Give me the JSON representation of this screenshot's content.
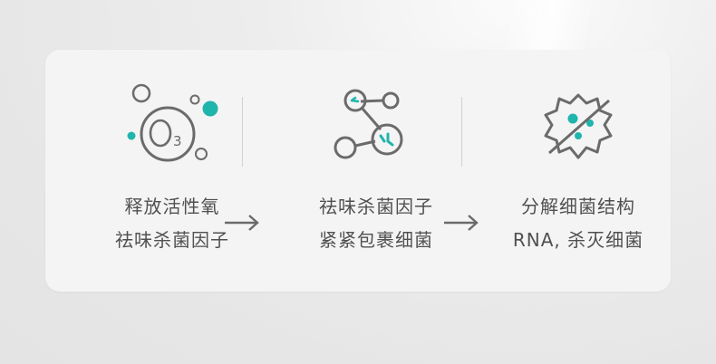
{
  "steps": [
    {
      "icon": "ozone-icon",
      "line1": "释放活性氧",
      "line2": "祛味杀菌因子",
      "icon_label": "3"
    },
    {
      "icon": "molecule-icon",
      "line1": "祛味杀菌因子",
      "line2": "紧紧包裹细菌"
    },
    {
      "icon": "bacteria-kill-icon",
      "line1": "分解细菌结构",
      "line2": "RNA, 杀灭细菌"
    }
  ],
  "colors": {
    "accent": "#1fb5ad",
    "stroke": "#6b6b6b",
    "text": "#505050"
  }
}
